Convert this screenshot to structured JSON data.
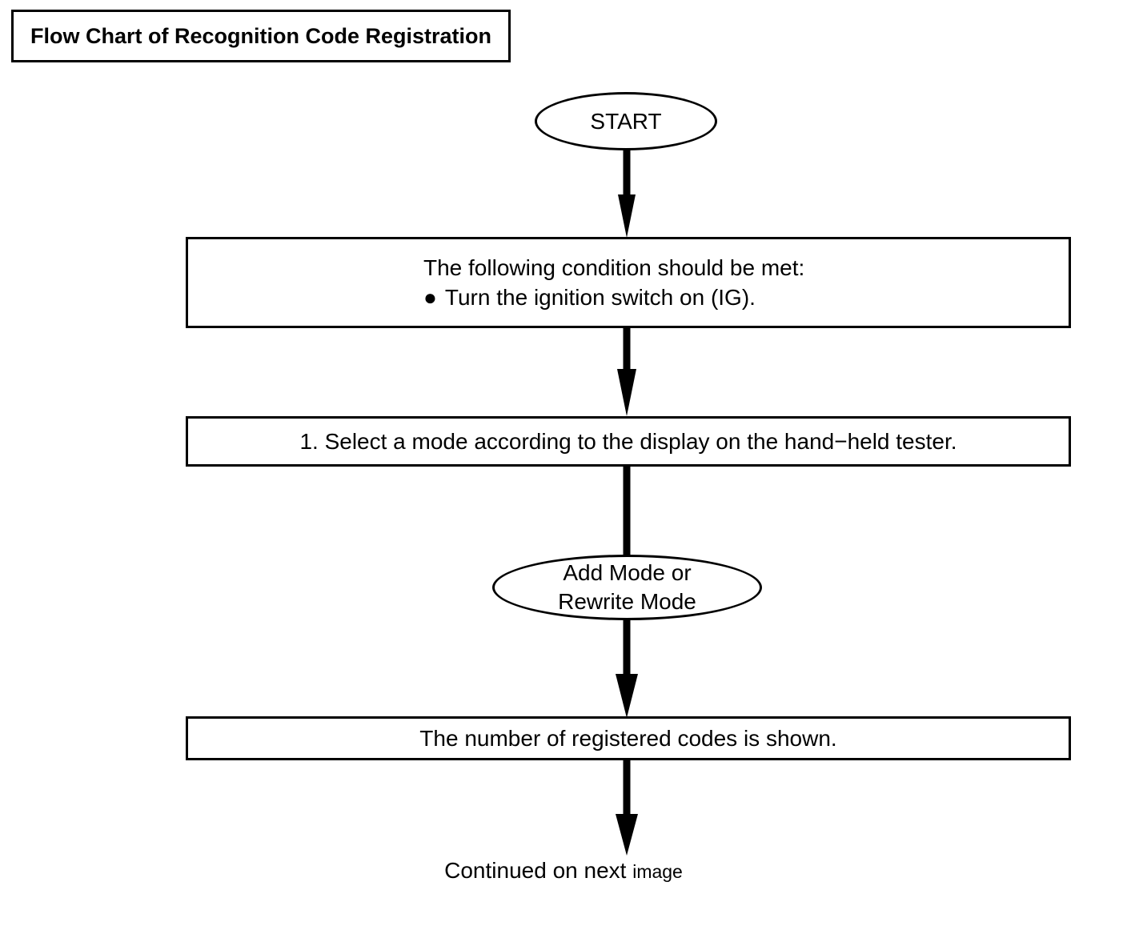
{
  "diagram": {
    "title": "Flow Chart of Recognition Code Registration",
    "nodes": {
      "start": {
        "label": "START"
      },
      "condition_box": {
        "line1": "The following condition should be met:",
        "bullet": "●",
        "line2": "Turn the ignition switch on (IG)."
      },
      "select_mode_box": {
        "text": "1. Select a mode according to the display on the hand−held tester."
      },
      "mode_ellipse": {
        "line1": "Add Mode or",
        "line2": "Rewrite Mode"
      },
      "registered_codes_box": {
        "text": "The number of registered codes is shown."
      },
      "continued": {
        "text": "Continued on next",
        "suffix": "image"
      }
    },
    "colors": {
      "line": "#000000",
      "background": "#ffffff"
    }
  }
}
